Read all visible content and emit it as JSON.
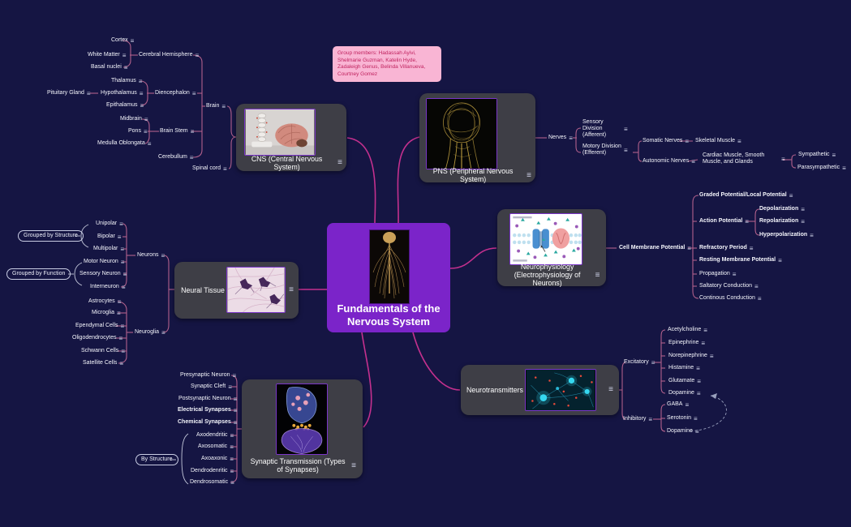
{
  "colors": {
    "background": "#151543",
    "node_bg": "#3e3e46",
    "center_bg": "#7b24c9",
    "branch_main": "#c4308e",
    "branch_sub": "#b2618c",
    "group_line": "#c3c7da",
    "note_bg": "#f9b5d4",
    "note_text": "#c0235f",
    "image_border": "#7a35c8",
    "label_text": "#ffffff"
  },
  "note": {
    "text": "Group members: Hadassah Ayivi, Shelmarie Guzman, Katelin Hyde, Zadaleigh Genus, Belinda Villanueva, Courtney Gomez"
  },
  "center": {
    "title": "Fundamentals of the Nervous System"
  },
  "nodes": {
    "cns": "CNS (Central Nervous System)",
    "pns": "PNS (Peripheral Nervous System)",
    "neurophysiology": "Neurophysiology (Electrophysiology of Neurons)",
    "neural_tissue": "Neural Tissue",
    "synaptic_transmission": "Synaptic Transmission (Types of Synapses)",
    "neurotransmitters": "Neurotransmitters"
  },
  "groups": {
    "grouped_by_structure": "Grouped by Structure",
    "grouped_by_function": "Grouped by Function",
    "by_structure": "By Structure"
  },
  "topics": {
    "cortex": "Cortex",
    "white_matter": "White Matter",
    "basal_nuclei": "Basal nuclei",
    "cerebral_hemisphere": "Cerebral Hemisphere",
    "thalamus": "Thalamus",
    "pituitary_gland": "Pituitary Gland",
    "hypothalamus": "Hypothalamus",
    "epithalamus": "Epithalamus",
    "diencephalon": "Diencephalon",
    "midbrain": "Midbrain",
    "pons": "Pons",
    "medulla_oblongata": "Medulla Oblongata",
    "brain_stem": "Brain Stem",
    "cerebellum": "Cerebullum",
    "brain": "Brain",
    "spinal_cord": "Spinal cord",
    "nerves": "Nerves",
    "sensory_division": "Sensory Division (Afferent)",
    "motory_division": "Motory Division (Efferent)",
    "somatic_nerves": "Somatic Nerves",
    "skeletal_muscle": "Skeletal Muscle",
    "autonomic_nerves": "Autonomic Nerves",
    "cardiac_smooth_glands": "Cardiac Muscle, Smooth Muscle, and Glands",
    "sympathetic": "Sympathetic",
    "parasympathetic": "Parasympathetic",
    "cell_membrane_potential": "Cell Membrane Potential",
    "graded_potential": "Graded Potential/Local Potential",
    "action_potential": "Action Potential",
    "depolarization": "Depolarization",
    "repolarization": "Repolarization",
    "hyperpolarization": "Hyperpolarization",
    "refractory_period": "Refractory Period",
    "resting_membrane_potential": "Resting Membrane Potential",
    "propagation": "Propagation",
    "saltatory_conduction": "Saltatory Conduction",
    "continous_conduction": "Continous Conduction",
    "neurons": "Neurons",
    "unipolar": "Unipolar",
    "bipolar": "Bipolar",
    "multipolar": "Multipolar",
    "motor_neuron": "Motor Neuron",
    "sensory_neuron": "Sensory Neuron",
    "interneuron": "Interneuron",
    "neuroglia": "Neuroglia",
    "astrocytes": "Astrocytes",
    "microglia": "Microglia",
    "ependymal_cells": "Ependymal Cells",
    "oligodendrocytes": "Oligodendrocytes",
    "schwann_cells": "Schwann Cells",
    "satellite_cells": "Satellite Cells",
    "presynaptic_neuron": "Presynaptic Neuron",
    "synaptic_cleft": "Synaptic Cleft",
    "postsynaptic_neuron": "Postsynaptic Neuron",
    "electrical_synapses": "Electrical Synapses",
    "chemical_synapses": "Chemical Synapses",
    "axodendritic": "Axodendritic",
    "axosomatic": "Axosomatic",
    "axoaxonic": "Axoaxonic",
    "dendrodenritic": "Dendrodenritic",
    "dendrosomatic": "Dendrosomatic",
    "excitatory": "Excitatory",
    "inhibitory": "Inhibitory",
    "acetylcholine": "Acetylcholine",
    "epinephrine": "Epinephrine",
    "norepinephrine": "Norepinephrine",
    "histamine": "Histamine",
    "glutamate": "Glutamate",
    "dopamine_excitatory": "Dopamine",
    "gaba": "GABA",
    "serotonin": "Serotonin",
    "dopamine_inhibitory": "Dopamine"
  }
}
